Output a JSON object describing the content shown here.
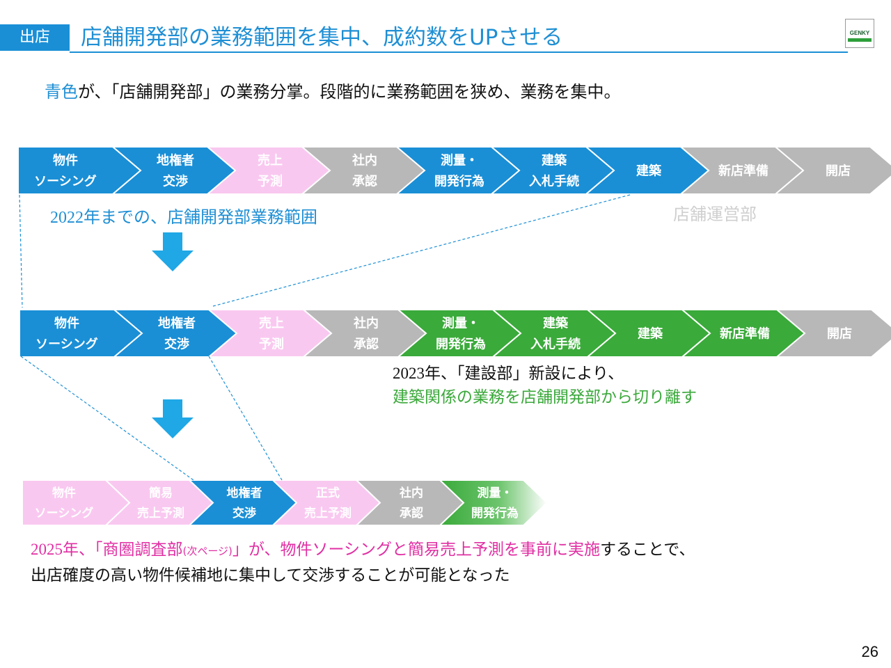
{
  "header": {
    "badge": "出店",
    "title": "店舗開発部の業務範囲を集中、成約数をUPさせる",
    "logo_text": "GENKY"
  },
  "subtitle": {
    "highlight": "青色",
    "rest": "が、「店舗開発部」の業務分掌。段階的に業務範囲を狭め、業務を集中。"
  },
  "colors": {
    "blue": "#1a8fd6",
    "pink": "#f9c8f0",
    "gray": "#b8b8b8",
    "green": "#3aaa3a",
    "magenta_text": "#e02fa3",
    "green_text": "#3aa83a"
  },
  "row1": {
    "steps": [
      {
        "lines": [
          "物件",
          "ソーシング"
        ],
        "color": "blue"
      },
      {
        "lines": [
          "地権者",
          "交渉"
        ],
        "color": "blue"
      },
      {
        "lines": [
          "売上",
          "予測"
        ],
        "color": "pink"
      },
      {
        "lines": [
          "社内",
          "承認"
        ],
        "color": "gray"
      },
      {
        "lines": [
          "測量・",
          "開発行為"
        ],
        "color": "blue"
      },
      {
        "lines": [
          "建築",
          "入札手続"
        ],
        "color": "blue"
      },
      {
        "lines": [
          "建築"
        ],
        "color": "blue"
      },
      {
        "lines": [
          "新店準備"
        ],
        "color": "gray"
      },
      {
        "lines": [
          "開店"
        ],
        "color": "gray"
      }
    ],
    "caption_num": "2022",
    "caption_rest": "年までの、店舗開発部業務範囲",
    "ops_label": "店舗運営部"
  },
  "row2": {
    "steps": [
      {
        "lines": [
          "物件",
          "ソーシング"
        ],
        "color": "blue"
      },
      {
        "lines": [
          "地権者",
          "交渉"
        ],
        "color": "blue"
      },
      {
        "lines": [
          "売上",
          "予測"
        ],
        "color": "pink"
      },
      {
        "lines": [
          "社内",
          "承認"
        ],
        "color": "gray"
      },
      {
        "lines": [
          "測量・",
          "開発行為"
        ],
        "color": "green"
      },
      {
        "lines": [
          "建築",
          "入札手続"
        ],
        "color": "green"
      },
      {
        "lines": [
          "建築"
        ],
        "color": "green"
      },
      {
        "lines": [
          "新店準備"
        ],
        "color": "green"
      },
      {
        "lines": [
          "開店"
        ],
        "color": "gray"
      }
    ],
    "caption_num": "2023",
    "caption_line1_rest": "年、「建設部」新設により、",
    "caption_line2": "建築関係の業務を店舗開発部から切り離す"
  },
  "row3": {
    "steps": [
      {
        "lines": [
          "物件",
          "ソーシング"
        ],
        "color": "pink"
      },
      {
        "lines": [
          "簡易",
          "売上予測"
        ],
        "color": "pink"
      },
      {
        "lines": [
          "地権者",
          "交渉"
        ],
        "color": "blue"
      },
      {
        "lines": [
          "正式",
          "売上予測"
        ],
        "color": "pink"
      },
      {
        "lines": [
          "社内",
          "承認"
        ],
        "color": "gray"
      },
      {
        "lines": [
          "測量・",
          "開発行為"
        ],
        "color": "green"
      }
    ],
    "caption_num": "2025",
    "caption_a": "年、「商圏調査部",
    "caption_small": "(次ページ)",
    "caption_b": "」が、物件ソーシングと簡易売上予測を事前に実施",
    "caption_c": "することで、",
    "caption_line2": "出店確度の高い物件候補地に集中して交渉することが可能となった"
  },
  "page_number": "26"
}
